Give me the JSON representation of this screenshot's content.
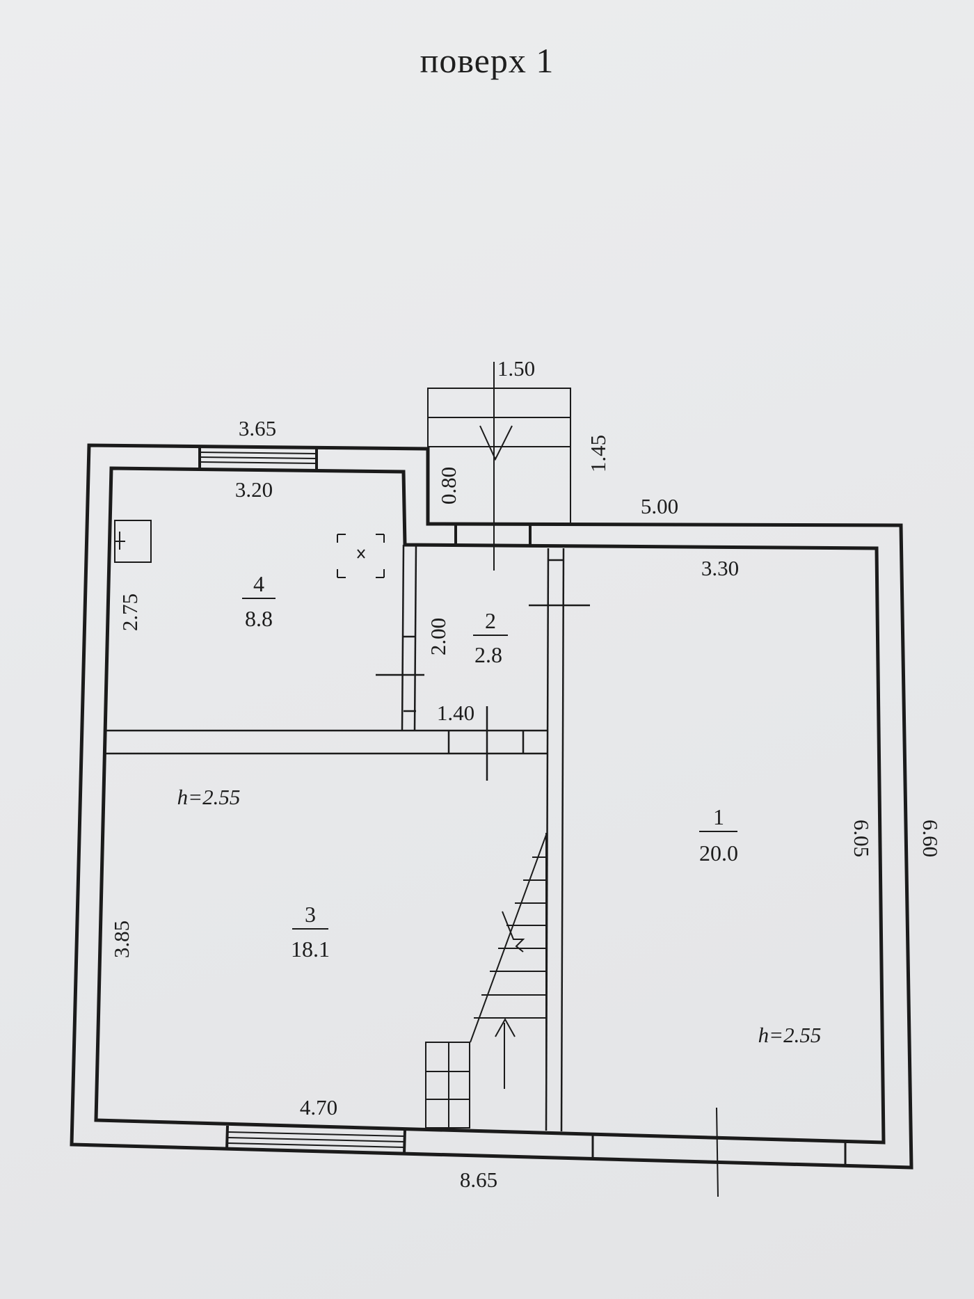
{
  "title": "поверх 1",
  "dimensions": {
    "porch_width": "1.50",
    "porch_depth": "1.45",
    "vestibule_depth": "0.80",
    "north_outer_left": "3.65",
    "north_inner_room4": "3.20",
    "north_outer_right": "5.00",
    "north_inner_room1": "3.30",
    "room4_height": "2.75",
    "room2_depth": "2.00",
    "room2_width": "1.40",
    "room3_depth": "3.85",
    "room3_width": "4.70",
    "room1_inner_depth": "6.05",
    "outer_depth": "6.60",
    "total_width": "8.65"
  },
  "ceiling_heights": {
    "left": "h=2.55",
    "right": "h=2.55"
  },
  "rooms": [
    {
      "number": "1",
      "area": "20.0"
    },
    {
      "number": "2",
      "area": "2.8"
    },
    {
      "number": "3",
      "area": "18.1"
    },
    {
      "number": "4",
      "area": "8.8"
    }
  ],
  "colors": {
    "paper": "#e9eaeb",
    "ink": "#1c1c1c"
  }
}
